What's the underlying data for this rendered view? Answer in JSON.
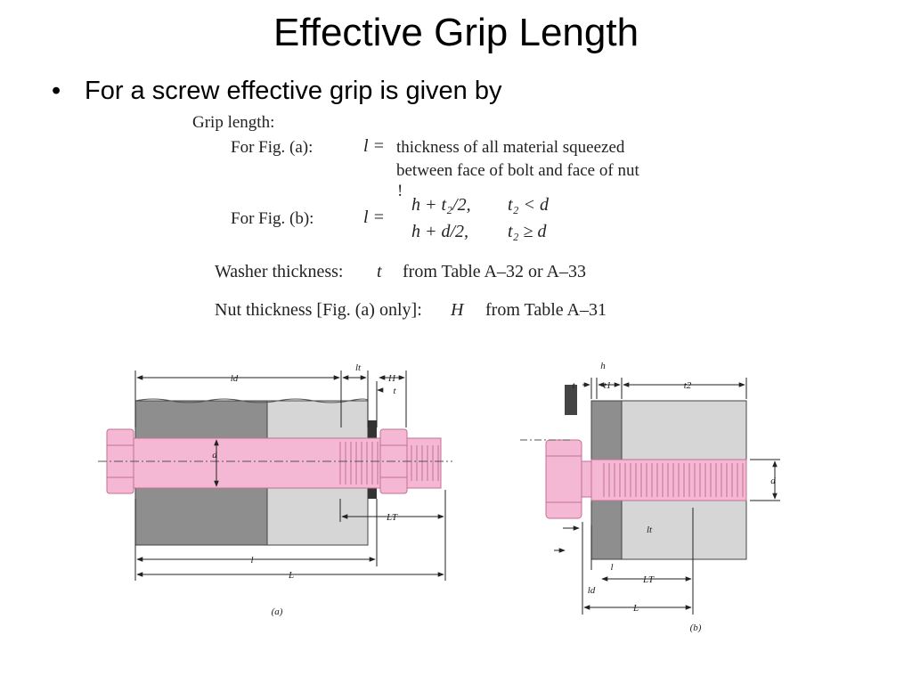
{
  "slide": {
    "title": "Effective Grip Length",
    "bullet": "For a screw effective grip is given by"
  },
  "equations": {
    "grip_label": "Grip length:",
    "fig_a_label": "For Fig. (a):",
    "fig_a_lhs": "l =",
    "fig_a_line1": "thickness of all material squeezed",
    "fig_a_line2": "between face of bolt and face of nut",
    "stray_mark": "!",
    "fig_b_label": "For Fig. (b):",
    "fig_b_lhs": "l =",
    "case1_expr": "h + t₂/2,",
    "case1_cond": "t₂ < d",
    "case2_expr": "h + d/2,",
    "case2_cond": "t₂ ≥ d",
    "washer_label": "Washer thickness:",
    "washer_sym": "t",
    "washer_src": "from Table A–32 or A–33",
    "nut_label": "Nut thickness [Fig. (a) only]:",
    "nut_sym": "H",
    "nut_src": "from Table A–31"
  },
  "figure_a": {
    "caption": "(a)",
    "labels": {
      "ld": "ld",
      "lt": "lt",
      "H": "H",
      "t": "t",
      "d": "d",
      "LT": "LT",
      "l": "l",
      "L": "L"
    }
  },
  "figure_b": {
    "caption": "(b)",
    "labels": {
      "h": "h",
      "t": "t",
      "t1": "t1",
      "t2": "t2",
      "d": "d",
      "lt": "lt",
      "l": "l",
      "LT": "LT",
      "ld": "ld",
      "L": "L"
    }
  },
  "colors": {
    "bolt_pink": "#f4b8d4",
    "bolt_outline": "#c2708f",
    "member_dark": "#8e8e8e",
    "member_light": "#d6d6d6"
  }
}
